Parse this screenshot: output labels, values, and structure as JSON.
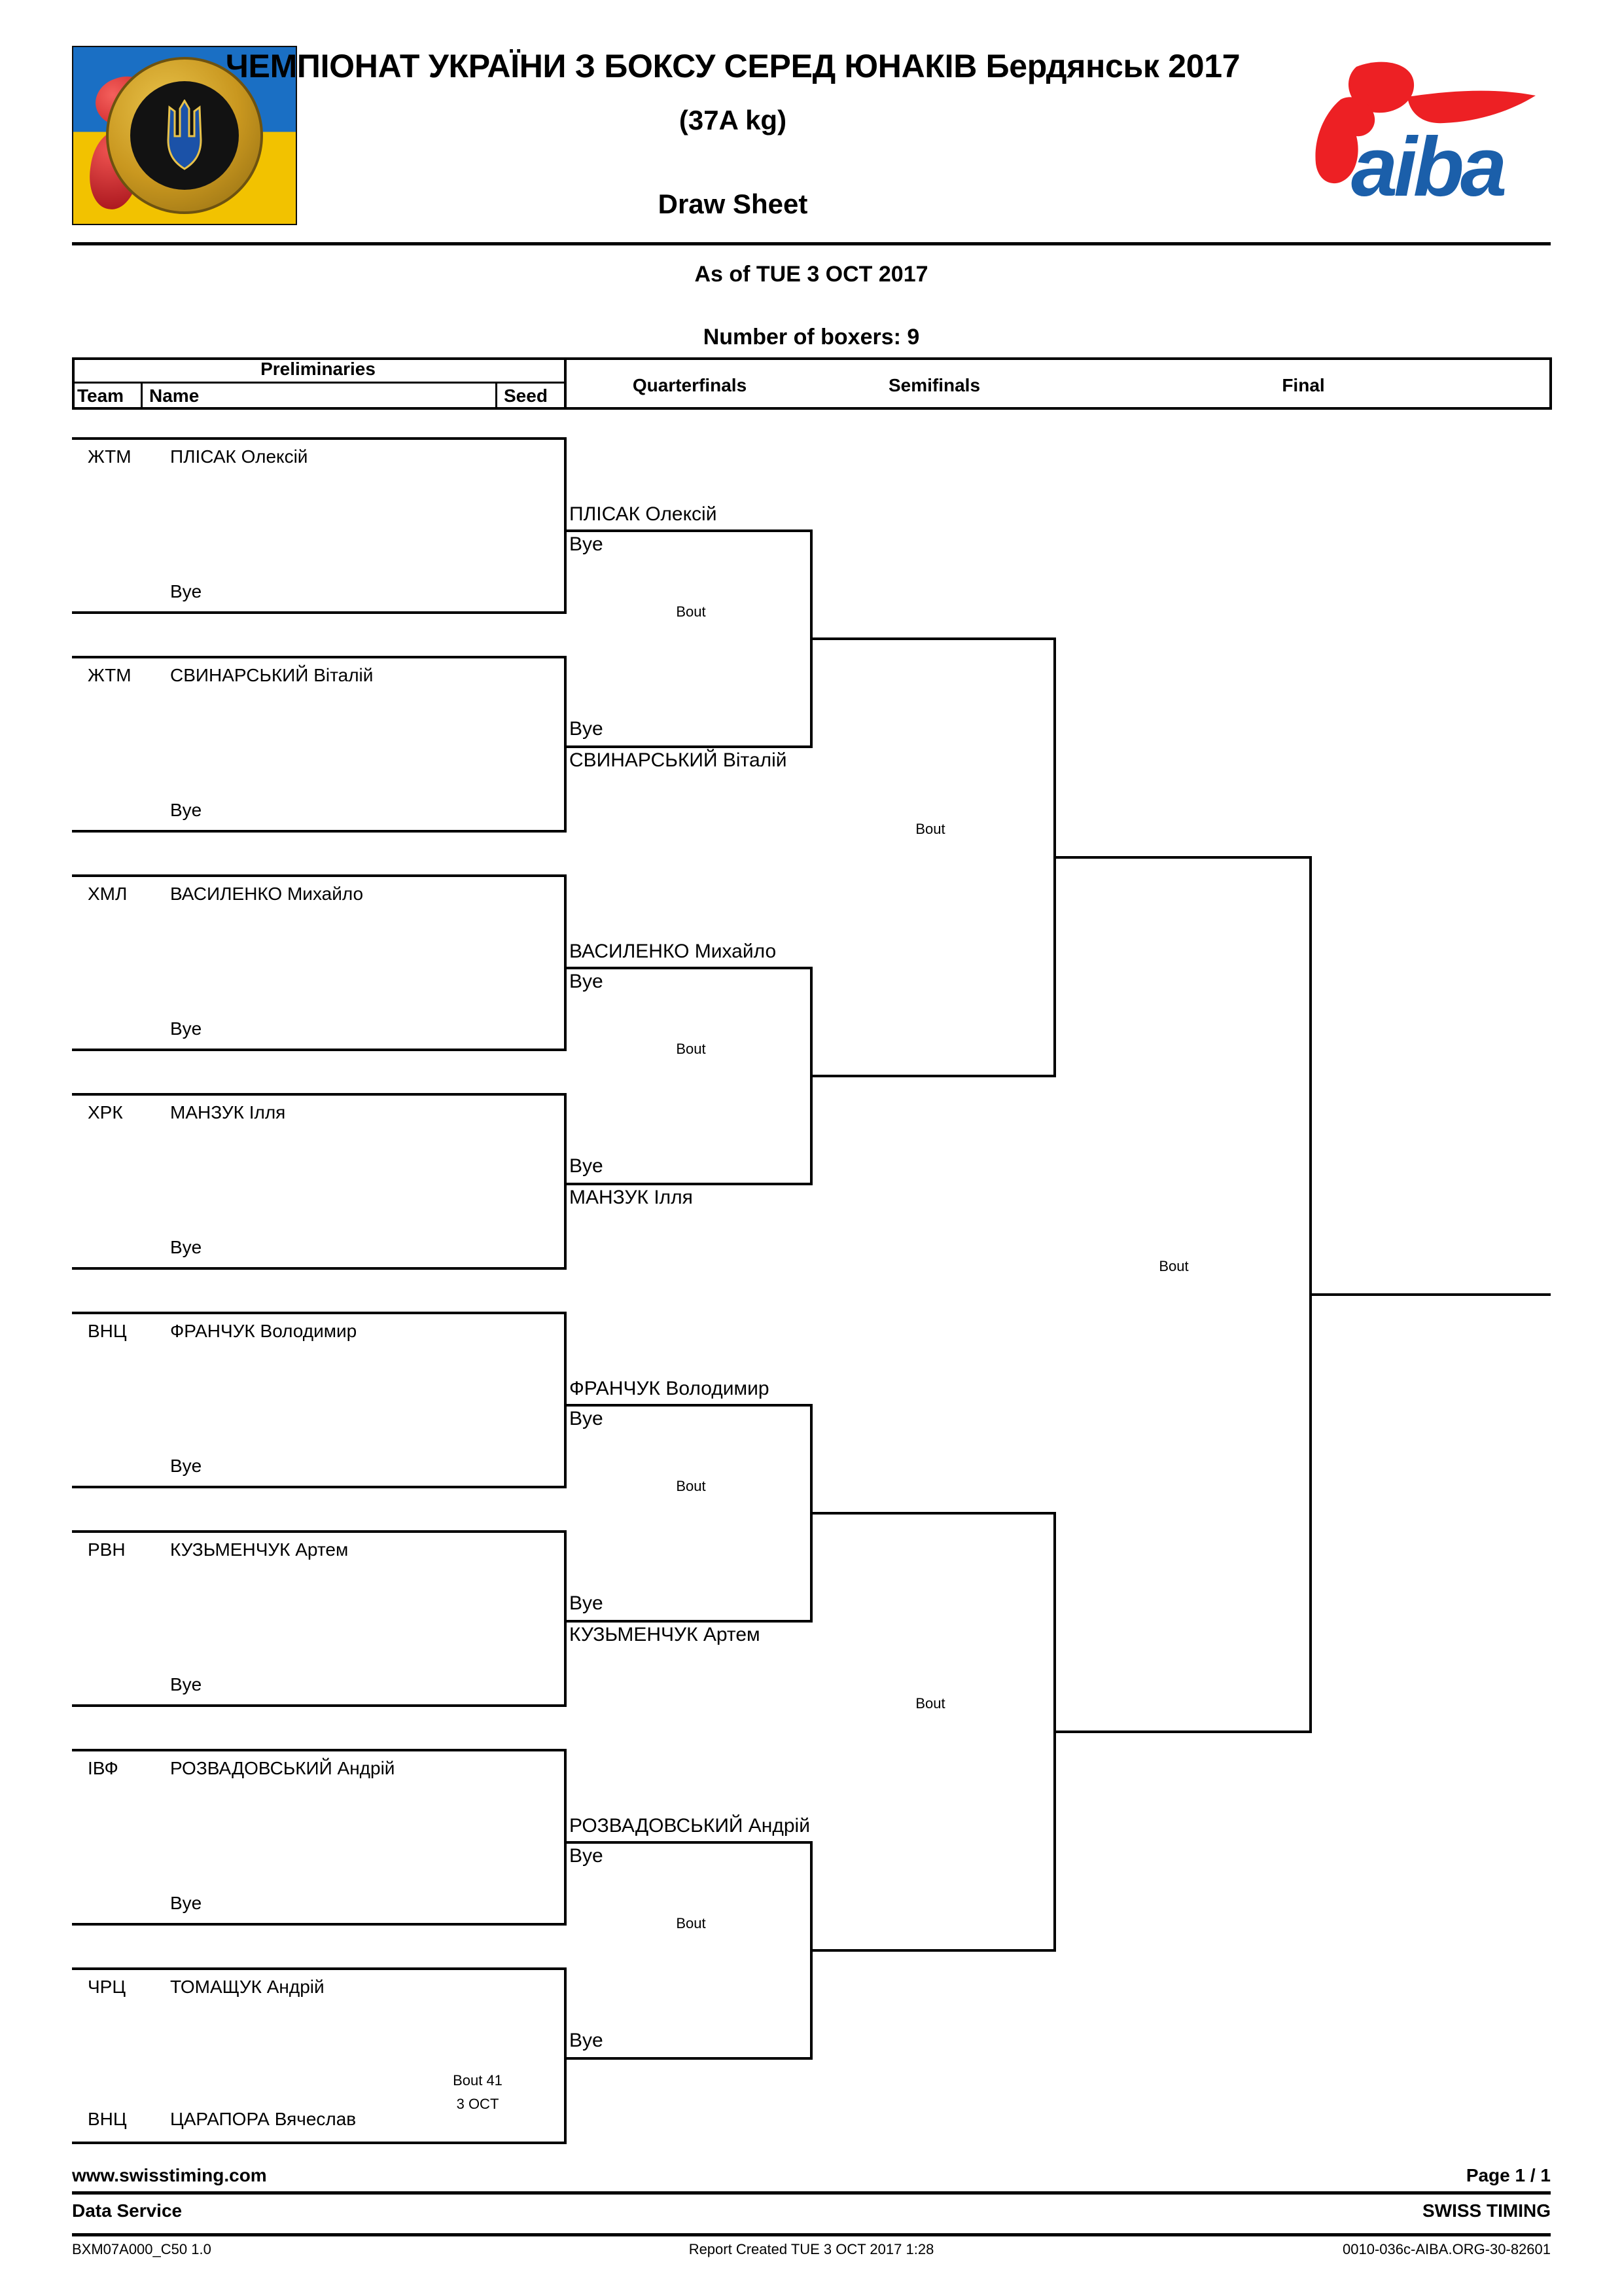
{
  "header": {
    "title": "ЧЕМПІОНАТ УКРАЇНИ З БОКСУ СЕРЕД ЮНАКІВ Бердянськ 2017",
    "weight_class": "(37A kg)",
    "sheet_type": "Draw Sheet",
    "as_of": "As of TUE 3 OCT 2017",
    "number_of_boxers": "Number of boxers: 9",
    "federation_logo": "ukraine-boxing-federation-logo",
    "aiba_logo_text": "aiba",
    "aiba_red": "#ED2024",
    "aiba_blue": "#1B5FAA"
  },
  "columns": {
    "preliminaries": "Preliminaries",
    "team": "Team",
    "name": "Name",
    "seed": "Seed",
    "quarterfinals": "Quarterfinals",
    "semifinals": "Semifinals",
    "final": "Final"
  },
  "labels": {
    "bye": "Bye",
    "bout": "Bout"
  },
  "preliminaries": [
    {
      "team": "ЖТМ",
      "name": "ПЛІСАК Олексій",
      "seed": "",
      "opponent": "Bye"
    },
    {
      "team": "ЖТМ",
      "name": "СВИНАРСЬКИЙ Віталій",
      "seed": "",
      "opponent": "Bye"
    },
    {
      "team": "ХМЛ",
      "name": "ВАСИЛЕНКО Михайло",
      "seed": "",
      "opponent": "Bye"
    },
    {
      "team": "ХРК",
      "name": "МАНЗУК Ілля",
      "seed": "",
      "opponent": "Bye"
    },
    {
      "team": "ВНЦ",
      "name": "ФРАНЧУК Володимир",
      "seed": "",
      "opponent": "Bye"
    },
    {
      "team": "РВН",
      "name": "КУЗЬМЕНЧУК Артем",
      "seed": "",
      "opponent": "Bye"
    },
    {
      "team": "ІВФ",
      "name": "РОЗВАДОВСЬКИЙ Андрій",
      "seed": "",
      "opponent": "Bye"
    },
    {
      "team": "ЧРЦ",
      "name": "ТОМАЩУК Андрій",
      "seed": "",
      "opponent": ""
    },
    {
      "team": "ВНЦ",
      "name": "ЦАРАПОРА Вячеслав",
      "seed": "",
      "opponent": ""
    }
  ],
  "prelim_bout": {
    "number": "Bout 41",
    "date": "3 OCT"
  },
  "quarterfinals": [
    {
      "top": "ПЛІСАК Олексій",
      "bottom": "Bye",
      "bout": "Bout"
    },
    {
      "top": "Bye",
      "bottom": "СВИНАРСЬКИЙ Віталій",
      "bout": ""
    },
    {
      "top": "ВАСИЛЕНКО Михайло",
      "bottom": "Bye",
      "bout": "Bout"
    },
    {
      "top": "Bye",
      "bottom": "МАНЗУК Ілля",
      "bout": ""
    },
    {
      "top": "ФРАНЧУК Володимир",
      "bottom": "Bye",
      "bout": "Bout"
    },
    {
      "top": "Bye",
      "bottom": "КУЗЬМЕНЧУК Артем",
      "bout": ""
    },
    {
      "top": "РОЗВАДОВСЬКИЙ Андрій",
      "bottom": "Bye",
      "bout": "Bout"
    },
    {
      "top": "Bye",
      "bottom": "",
      "bout": ""
    }
  ],
  "semifinals": [
    {
      "bout": "Bout"
    },
    {
      "bout": "Bout"
    }
  ],
  "final": {
    "bout": "Bout"
  },
  "footer": {
    "website": "www.swisstiming.com",
    "page": "Page 1 / 1",
    "data_service": "Data Service",
    "company": "SWISS TIMING",
    "report_code": "BXM07A000_C50 1.0",
    "report_created": "Report Created  TUE 3 OCT 2017 1:28",
    "reference": "0010-036c-AIBA.ORG-30-82601"
  }
}
